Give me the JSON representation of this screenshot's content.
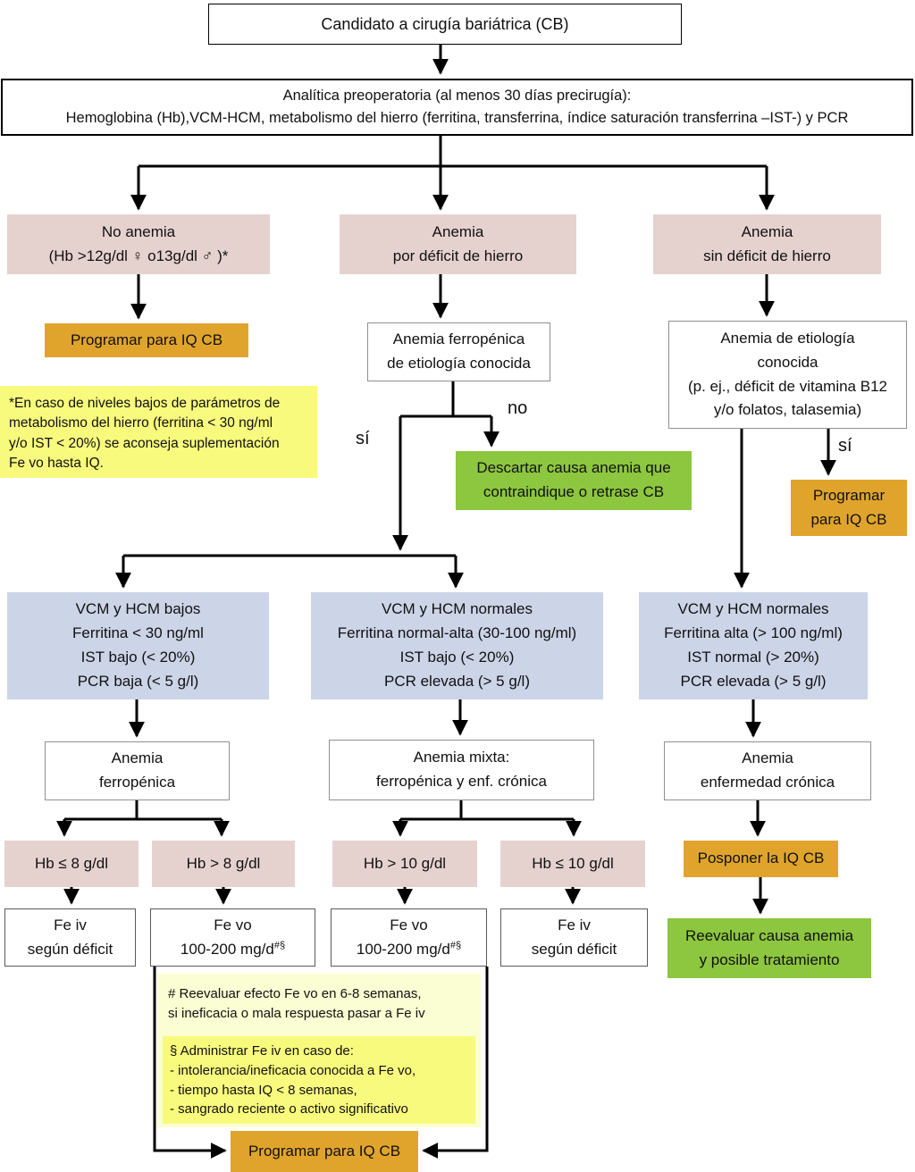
{
  "colors": {
    "pink": "#e5d2cf",
    "blue": "#ccd4e7",
    "green": "#8dc63f",
    "orange": "#e0a42c",
    "yellow_bright": "#f8fa7d",
    "yellow_pale": "#fbfdd2"
  },
  "nodes": {
    "candidato": "Candidato a cirugía bariátrica (CB)",
    "analitica": "Analítica preoperatoria (al menos 30 días precirugía):\nHemoglobina (Hb),VCM-HCM, metabolismo del hierro (ferritina, transferrina, índice saturación transferrina –IST-) y PCR",
    "no_anemia": "No anemia\n(Hb >12g/dl ♀ o13g/dl ♂ )*",
    "anemia_deficit": "Anemia\npor déficit de hierro",
    "anemia_sin_deficit": "Anemia\nsin déficit de hierro",
    "programar_iq_1": "Programar para IQ CB",
    "nota_asterisco": "*En caso de niveles bajos de parámetros de\nmetabolismo del hierro (ferritina < 30 ng/ml\ny/o IST < 20%) se aconseja suplementación\nFe vo hasta IQ.",
    "ferropenica_conocida": "Anemia ferropénica\nde etiología conocida",
    "descartar": "Descartar causa anemia que\ncontraindique o retrase CB",
    "etiologia_conocida": "Anemia de etiología\nconocida\n(p. ej., déficit de vitamina B12\ny/o folatos, talasemia)",
    "programar_iq_2": "Programar\npara IQ CB",
    "vcm_hcm_bajos": "VCM y HCM bajos\nFerritina < 30 ng/ml\nIST bajo (< 20%)\nPCR baja (< 5 g/l)",
    "vcm_hcm_normales_mixta": "VCM y HCM normales\nFerritina normal-alta (30-100 ng/ml)\nIST bajo (< 20%)\nPCR elevada (> 5 g/l)",
    "vcm_hcm_normales_cronica": "VCM y HCM normales\nFerritina alta (> 100 ng/ml)\nIST normal (> 20%)\nPCR elevada (> 5 g/l)",
    "anemia_ferropenica": "Anemia\nferropénica",
    "anemia_mixta": "Anemia mixta:\nferropénica y enf. crónica",
    "anemia_cronica": "Anemia\nenfermedad crónica",
    "hb_le_8": "Hb ≤ 8 g/dl",
    "hb_gt_8": "Hb > 8 g/dl",
    "hb_gt_10": "Hb > 10 g/dl",
    "hb_le_10": "Hb ≤ 10 g/dl",
    "posponer": "Posponer la IQ CB",
    "fe_iv": "Fe iv\nsegún déficit",
    "fe_vo_line1": "Fe vo",
    "fe_vo_line2": "100-200 mg/d",
    "fe_vo_sup": "#§",
    "reevaluar": "Reevaluar causa anemia\ny posible tratamiento",
    "nota_hash": "# Reevaluar efecto Fe vo en 6-8 semanas,\nsi ineficacia o mala respuesta pasar a Fe iv",
    "nota_section": "§ Administrar Fe iv en caso de:\n- intolerancia/ineficacia conocida a Fe vo,\n- tiempo hasta IQ < 8 semanas,\n- sangrado reciente o activo significativo",
    "programar_iq_3": "Programar para IQ CB"
  },
  "edge_labels": {
    "si_left": "sí",
    "no_mid": "no",
    "si_right": "sí"
  }
}
